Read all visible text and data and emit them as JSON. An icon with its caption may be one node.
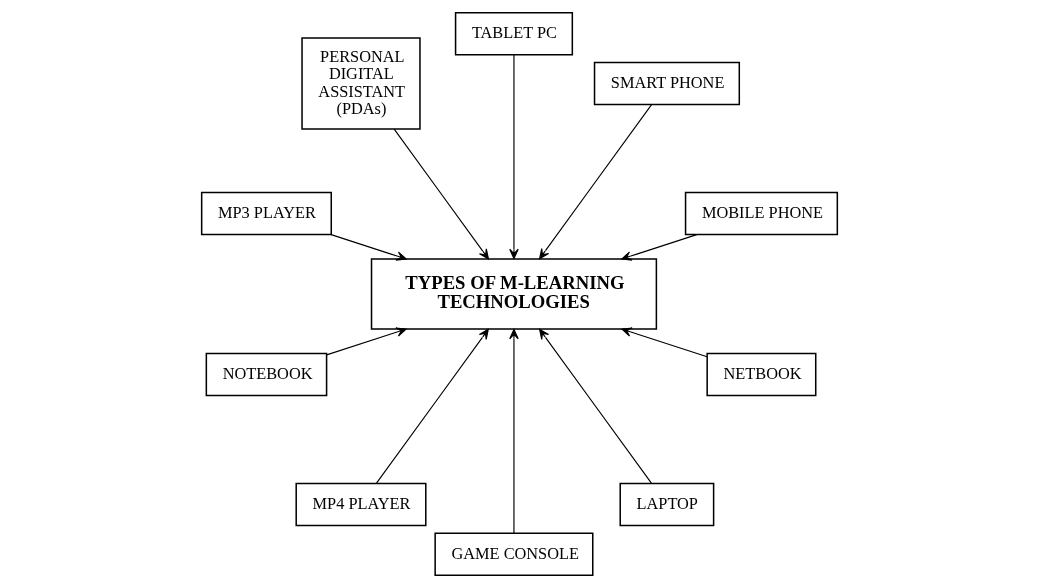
{
  "diagram": {
    "nodes": [
      {
        "text": [
          "MOBILE PHONE"
        ]
      },
      {
        "text": [
          "SMART PHONE"
        ]
      },
      {
        "text": [
          "TABLET PC"
        ]
      },
      {
        "text": [
          "PERSONAL DIGITAL ASSISTANT (PDAs)"
        ]
      },
      {
        "text": [
          "TYPES OF M-LEARNING TECHNOLOGIES"
        ]
      },
      {
        "text": [
          "MP3 PLAYER"
        ]
      },
      {
        "text": [
          "NOTEBOOK"
        ]
      },
      {
        "text": [
          "MP4 PLAYER"
        ]
      },
      {
        "text": [
          "GAME CONSOLE"
        ]
      },
      {
        "text": [
          "LAPTOP"
        ]
      },
      {
        "text": [
          "NETBOOK"
        ]
      }
    ],
    "edges": [
      {
        "from": 0,
        "to": 4,
        "arrow": "to"
      },
      {
        "from": 1,
        "to": 4,
        "arrow": "to"
      },
      {
        "from": 2,
        "to": 4,
        "arrow": "to"
      },
      {
        "from": 3,
        "to": 4,
        "arrow": "to"
      },
      {
        "from": 5,
        "to": 4,
        "arrow": "to"
      },
      {
        "from": 6,
        "to": 4,
        "arrow": "to"
      },
      {
        "from": 7,
        "to": 4,
        "arrow": "to"
      },
      {
        "from": 8,
        "to": 4,
        "arrow": "to"
      },
      {
        "from": 9,
        "to": 4,
        "arrow": "to"
      },
      {
        "from": 10,
        "to": 4,
        "arrow": "to"
      }
    ]
  }
}
